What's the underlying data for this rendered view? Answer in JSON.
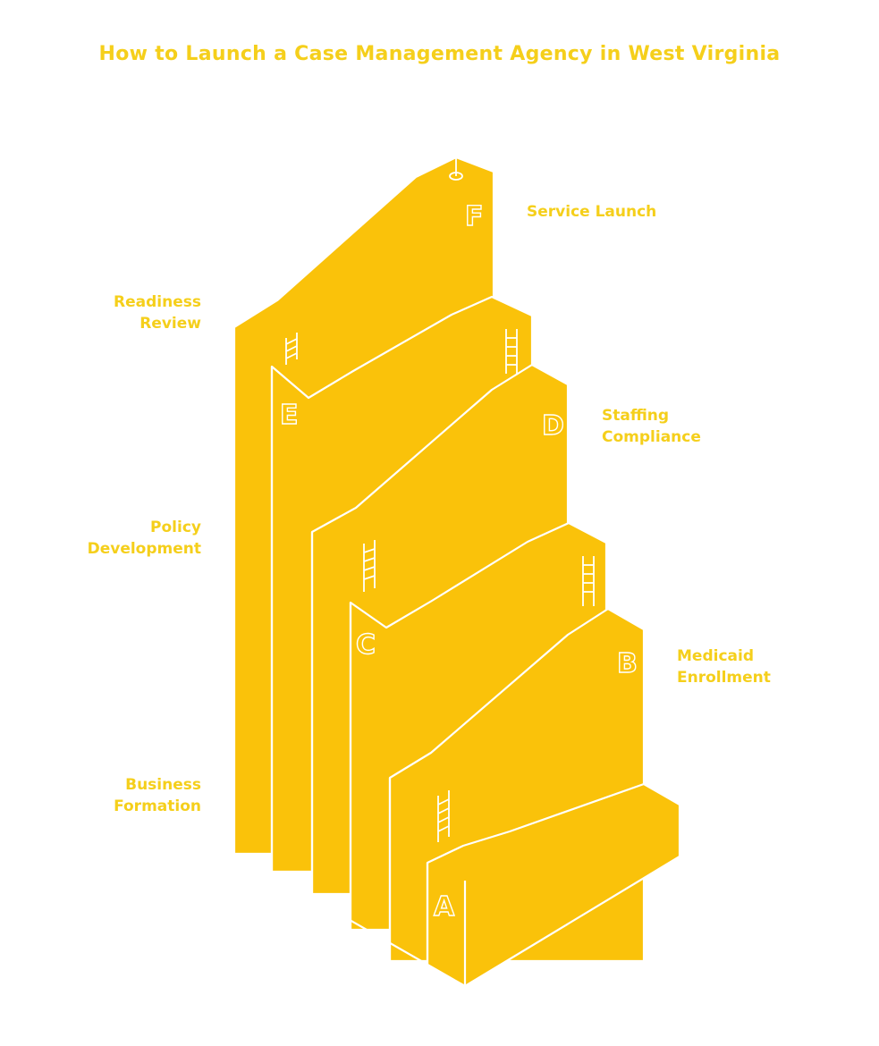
{
  "title": "How to Launch a Case Management Agency in West Virginia",
  "colors": {
    "accent": "#f5cf1b",
    "fill": "#fac20a",
    "edge": "#ffffff"
  },
  "steps": [
    {
      "letter": "A",
      "label": "Business Formation"
    },
    {
      "letter": "B",
      "label": "Medicaid Enrollment"
    },
    {
      "letter": "C",
      "label": "Policy Development"
    },
    {
      "letter": "D",
      "label": "Staffing Compliance"
    },
    {
      "letter": "E",
      "label": "Readiness Review"
    },
    {
      "letter": "F",
      "label": "Service Launch"
    }
  ],
  "icons": {
    "goal": "flag-icon",
    "ladder": "ladder-icon"
  }
}
